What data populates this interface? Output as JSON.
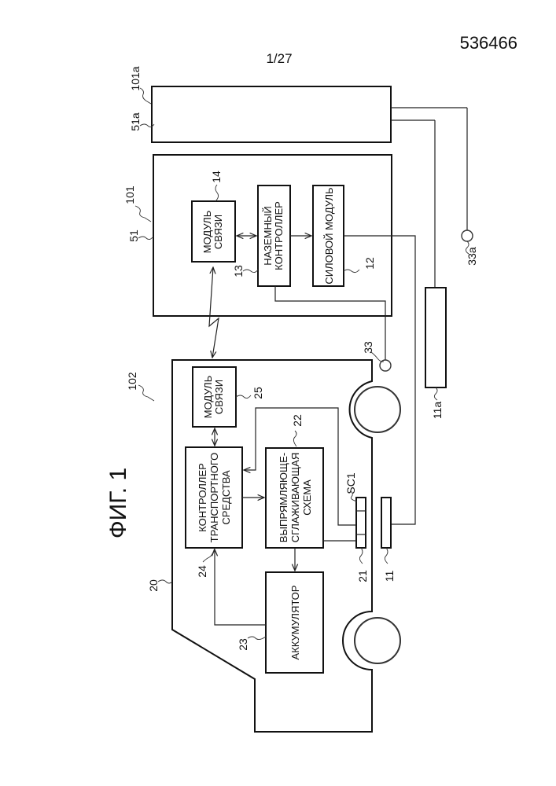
{
  "header": {
    "patent_number": "536466",
    "page": "1/27"
  },
  "figure_title": "ФИГ. 1",
  "blocks": {
    "comm_module_ground": [
      "МОДУЛЬ",
      "СВЯЗИ"
    ],
    "ground_controller": [
      "НАЗЕМНЫЙ",
      "КОНТРОЛЛЕР"
    ],
    "power_module": [
      "СИЛОВОЙ МОДУЛЬ"
    ],
    "comm_module_vehicle": [
      "МОДУЛЬ",
      "СВЯЗИ"
    ],
    "vehicle_controller": [
      "КОНТРОЛЛЕР",
      "ТРАНСПОРТНОГО",
      "СРЕДСТВА"
    ],
    "rectifier": [
      "ВЫПРЯМЛЯЮЩЕ-",
      "СГЛАЖИВАЮЩАЯ",
      "СХЕМА"
    ],
    "accumulator": [
      "АККУМУЛЯТОР"
    ]
  },
  "refs": {
    "r101a": "101a",
    "r51a": "51a",
    "r101": "101",
    "r51": "51",
    "r14": "14",
    "r13": "13",
    "r12": "12",
    "r33": "33",
    "r33a": "33a",
    "r11a": "11a",
    "r102": "102",
    "r20": "20",
    "r25": "25",
    "r22": "22",
    "rSC1": "SC1",
    "r24": "24",
    "r23": "23",
    "r21": "21",
    "r11": "11"
  }
}
